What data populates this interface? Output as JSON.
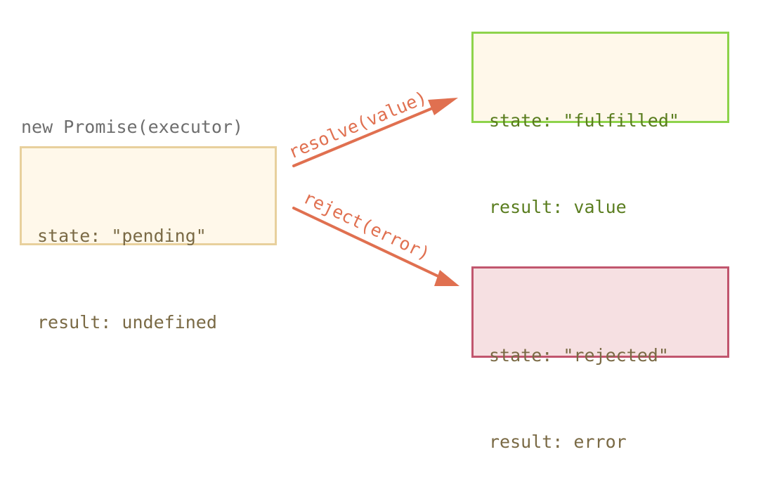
{
  "caption": "new Promise(executor)",
  "pending": {
    "state_line": "state: \"pending\"",
    "result_line": "result: undefined"
  },
  "fulfilled": {
    "state_line": "state: \"fulfilled\"",
    "result_line": "result: value"
  },
  "rejected": {
    "state_line": "state: \"rejected\"",
    "result_line": "result: error"
  },
  "arrows": {
    "resolve_label": "resolve(value)",
    "reject_label": "reject(error)"
  },
  "colors": {
    "pending_border": "#e8d09d",
    "pending_bg": "#fff8ea",
    "pending_text": "#7a6a45",
    "fulfilled_border": "#8ed34b",
    "fulfilled_text": "#5a7d1f",
    "rejected_border": "#c1566e",
    "rejected_bg": "#f6e0e2",
    "rejected_text": "#7a6a45",
    "arrow": "#e07050",
    "caption_text": "#6e6e6e"
  }
}
